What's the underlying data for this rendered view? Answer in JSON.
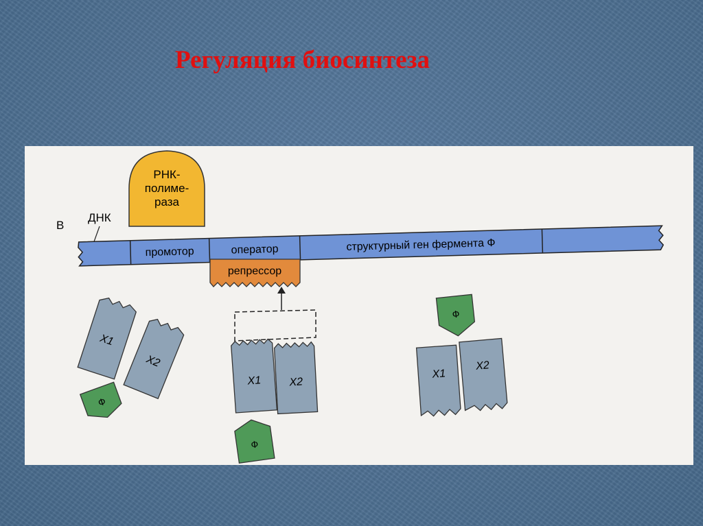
{
  "slide": {
    "title": "Регуляция биосинтеза"
  },
  "diagram": {
    "panel_label": "В",
    "dna_label": "ДНК",
    "rna_polymerase": [
      "РНК-",
      "полиме-",
      "раза"
    ],
    "dna_segments": {
      "promoter": "промотор",
      "operator": "оператор",
      "structural_gene": "структурный ген фермента Ф"
    },
    "repressor": "репрессор",
    "enzyme_subunit_1": "X1",
    "enzyme_subunit_2": "X2",
    "product": "Ф",
    "colors": {
      "polymerase": "#f2b731",
      "dna": "#6f93d6",
      "repressor": "#e28a3c",
      "subunit": "#8fa3b6",
      "product": "#4f9a58",
      "title": "#e01010"
    }
  }
}
